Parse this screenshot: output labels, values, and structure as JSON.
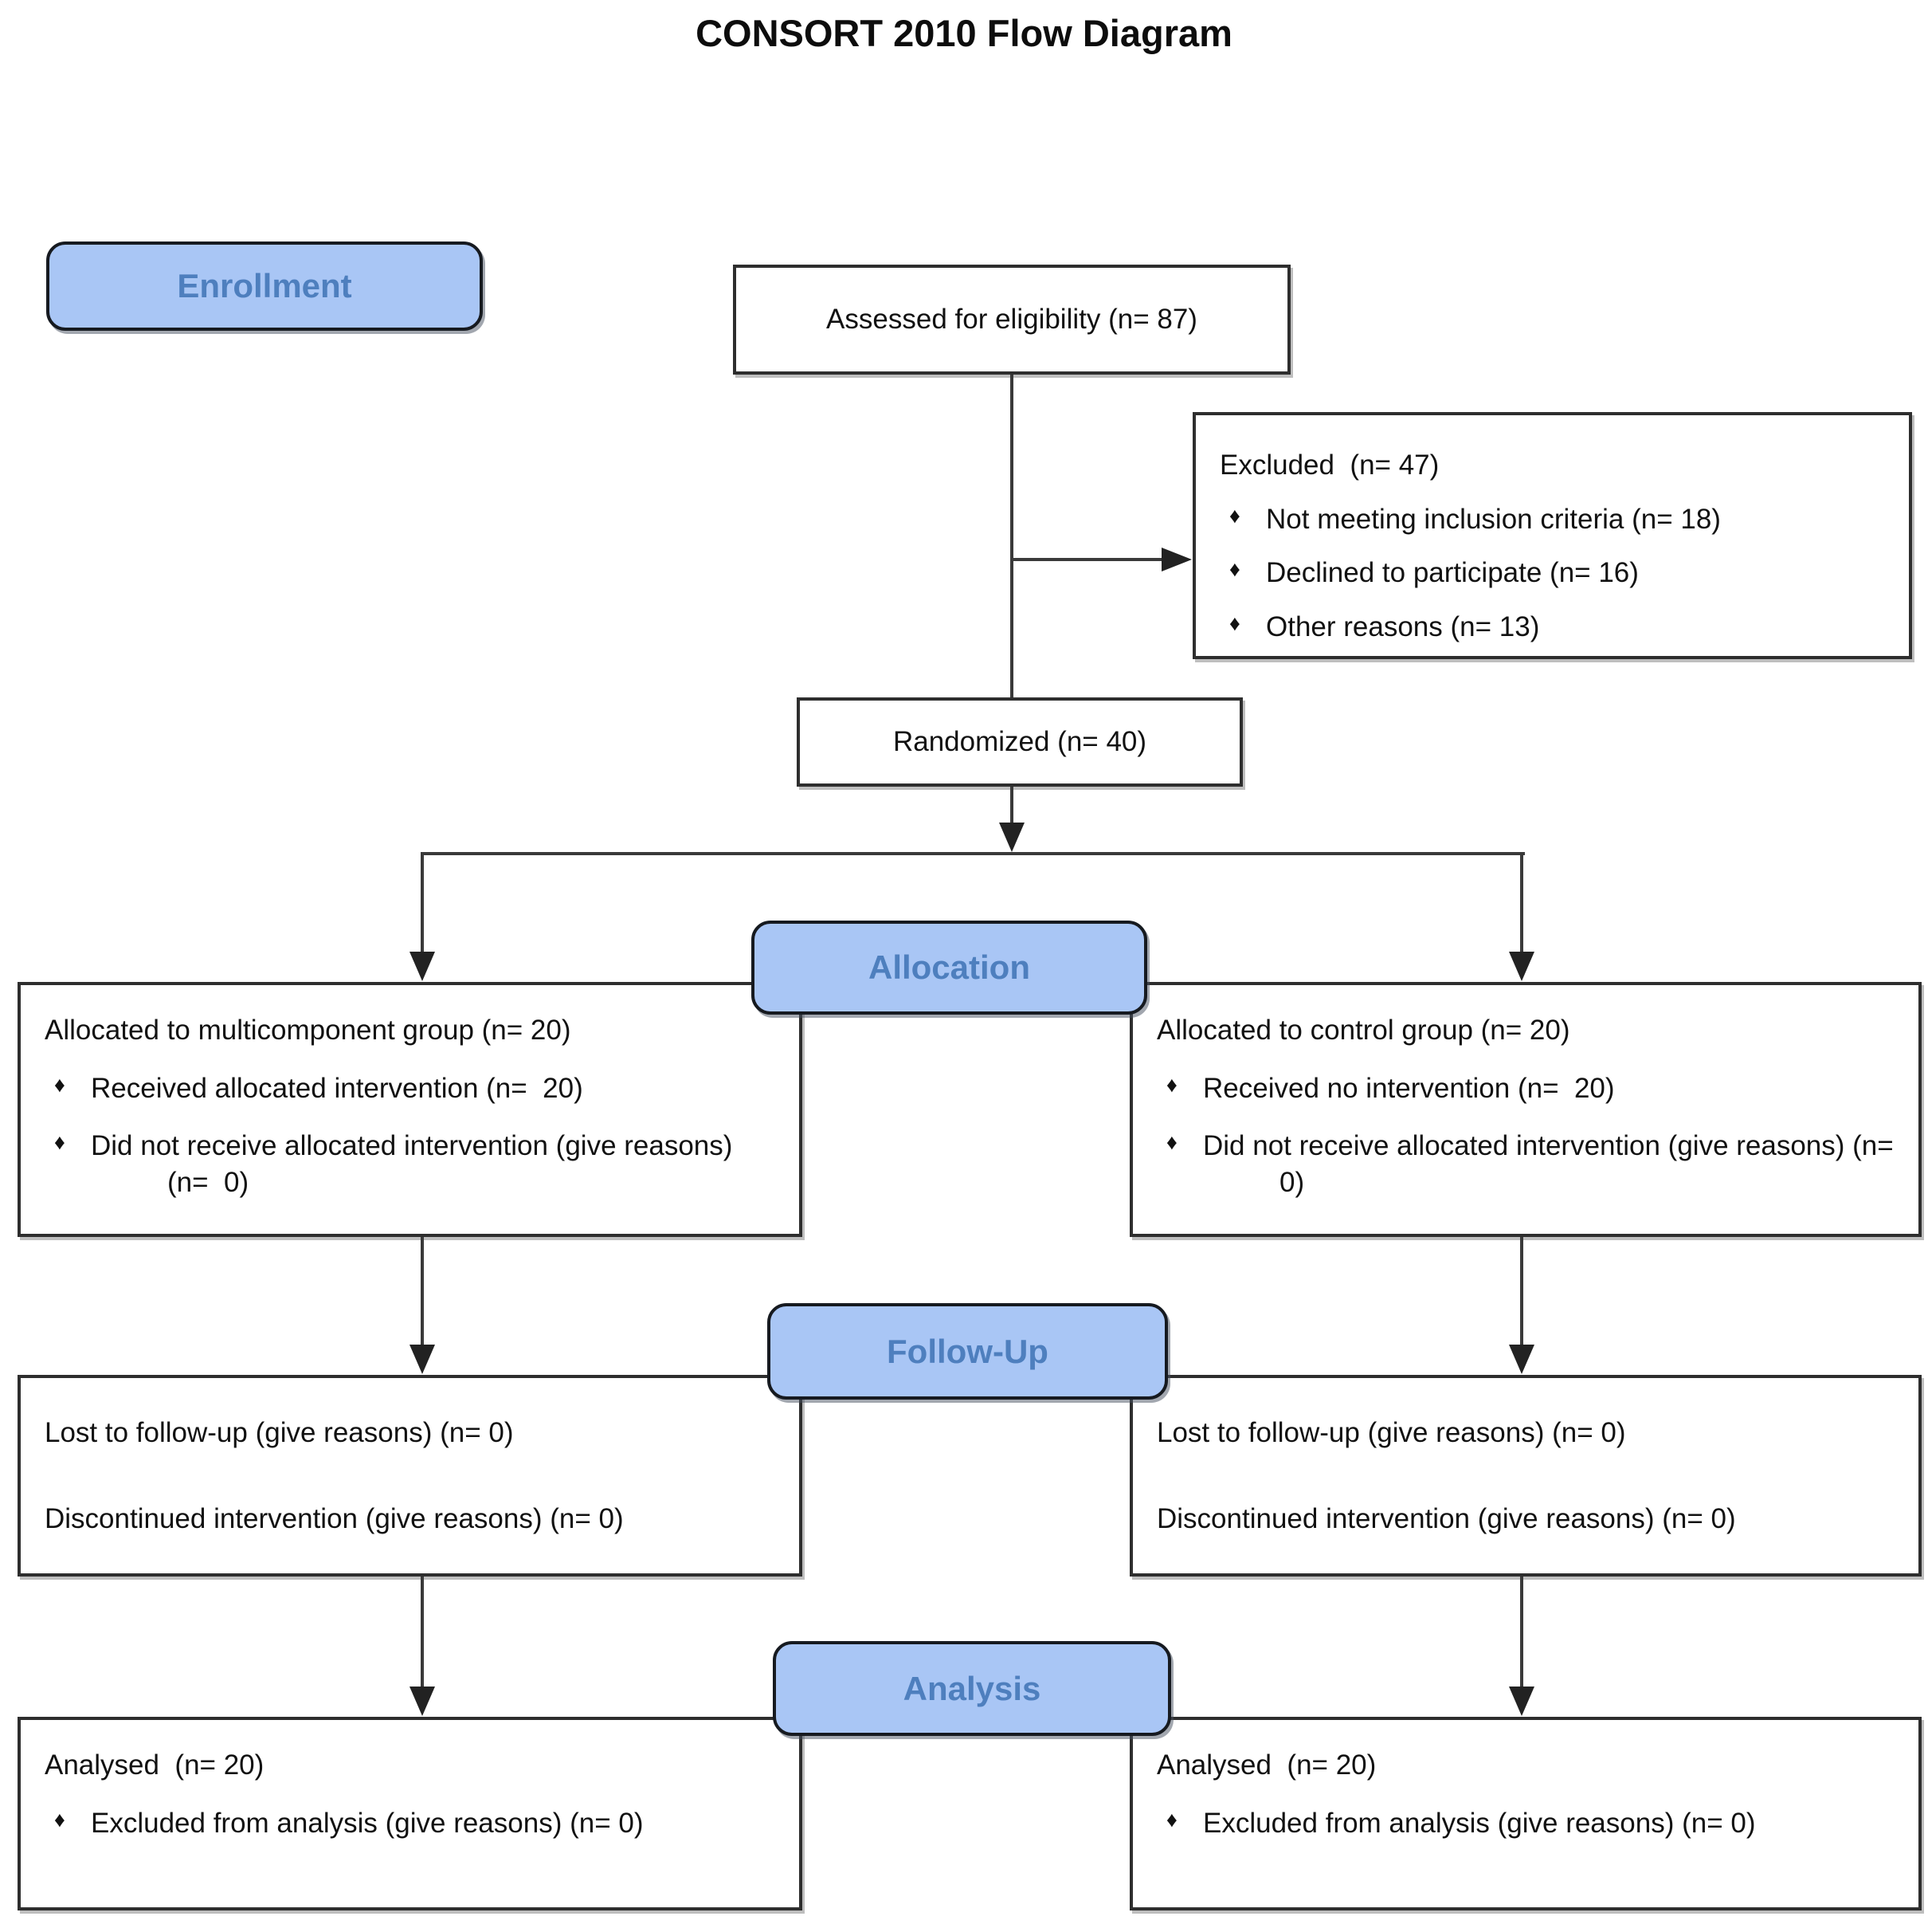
{
  "title": "CONSORT 2010 Flow Diagram",
  "bullet": "♦",
  "colors": {
    "label_fill": "#A9C6F5",
    "label_text": "#4E7FBE",
    "line": "#3A3A3A",
    "box_border": "#2E2E2E"
  },
  "stages": {
    "enrollment": "Enrollment",
    "allocation": "Allocation",
    "followup": "Follow-Up",
    "analysis": "Analysis"
  },
  "boxes": {
    "assessed": {
      "text": "Assessed for eligibility (n= 87)"
    },
    "excluded": {
      "title": "Excluded  (n= 47)",
      "items": [
        "Not meeting inclusion criteria (n= 18)",
        "Declined to participate (n= 16)",
        "Other reasons (n= 13)"
      ]
    },
    "randomized": {
      "text": "Randomized (n= 40)"
    },
    "allocation_left": {
      "title": "Allocated to multicomponent group (n= 20)",
      "items": [
        "Received allocated intervention (n=  20)",
        "Did not receive allocated intervention (give reasons) (n=  0)"
      ]
    },
    "allocation_right": {
      "title": "Allocated to control group (n= 20)",
      "items": [
        "Received no intervention (n=  20)",
        "Did not receive allocated intervention (give reasons) (n=  0)"
      ]
    },
    "followup_left": {
      "line1": "Lost to follow-up (give reasons) (n= 0)",
      "line2": "Discontinued intervention (give reasons) (n= 0)"
    },
    "followup_right": {
      "line1": "Lost to follow-up (give reasons) (n= 0)",
      "line2": "Discontinued intervention (give reasons) (n= 0)"
    },
    "analysis_left": {
      "title": "Analysed  (n= 20)",
      "items": [
        "Excluded from analysis (give reasons) (n= 0)"
      ]
    },
    "analysis_right": {
      "title": "Analysed  (n= 20)",
      "items": [
        "Excluded from analysis (give reasons) (n= 0)"
      ]
    }
  }
}
